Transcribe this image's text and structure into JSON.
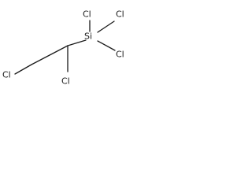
{
  "molecule": {
    "atoms": {
      "cl_upper": "Cl",
      "cl_left_top": "Cl",
      "cl_right": "Cl",
      "si": "Si",
      "cl_left": "Cl",
      "cl_bottom": "Cl"
    },
    "colors": {
      "bond": "#1a1a1a",
      "label": "#1a1a1a",
      "background": "#ffffff"
    }
  }
}
